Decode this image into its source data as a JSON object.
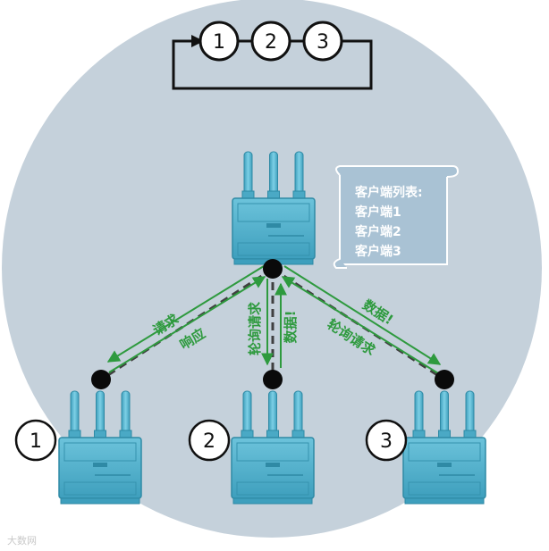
{
  "cycle": {
    "steps": [
      "1",
      "2",
      "3"
    ]
  },
  "client_list": {
    "title": "客户端列表:",
    "items": [
      "客户端1",
      "客户端2",
      "客户端3"
    ]
  },
  "clients": [
    {
      "number": "1"
    },
    {
      "number": "2"
    },
    {
      "number": "3"
    }
  ],
  "arrows": {
    "left_request": "请求",
    "left_response": "响应",
    "middle_poll": "轮询请求",
    "middle_data": "数据!",
    "right_data": "数据!",
    "right_poll": "轮询请求"
  },
  "colors": {
    "circle_bg": "#c5d1db",
    "device": "#5bb8d2",
    "device_dark": "#2f8aa5",
    "arrow_green": "#2e9a3e",
    "dash": "#404040",
    "note_bg": "#a9c2d4"
  },
  "watermark": "大数网"
}
